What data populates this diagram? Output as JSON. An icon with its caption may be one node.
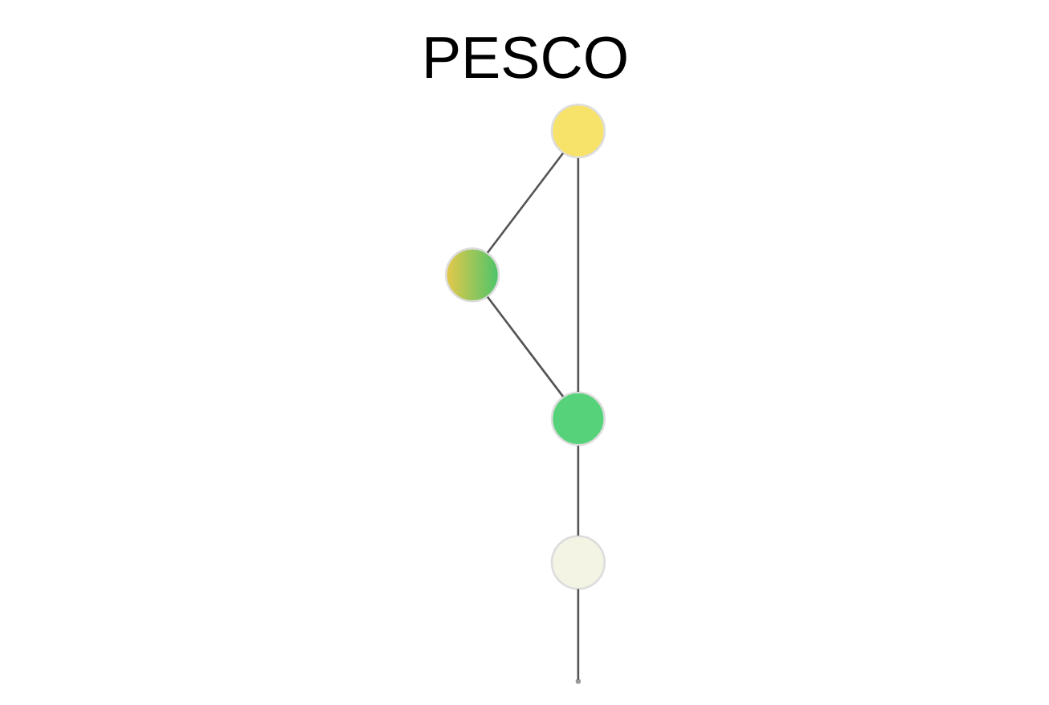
{
  "diagram": {
    "title": "PESCO",
    "nodes": [
      {
        "text": [],
        "shape": "circle"
      },
      {
        "text": [],
        "shape": "circle"
      },
      {
        "text": [],
        "shape": "circle"
      },
      {
        "text": [],
        "shape": "circle"
      }
    ],
    "edges": [
      {
        "from": 0,
        "to": 1,
        "arrow": "none"
      },
      {
        "from": 1,
        "to": 2,
        "arrow": "none"
      },
      {
        "from": 0,
        "to": 2,
        "arrow": "none"
      },
      {
        "from": 2,
        "to": 3,
        "arrow": "none"
      },
      {
        "from": 3,
        "to": null,
        "arrow": "none"
      }
    ]
  }
}
